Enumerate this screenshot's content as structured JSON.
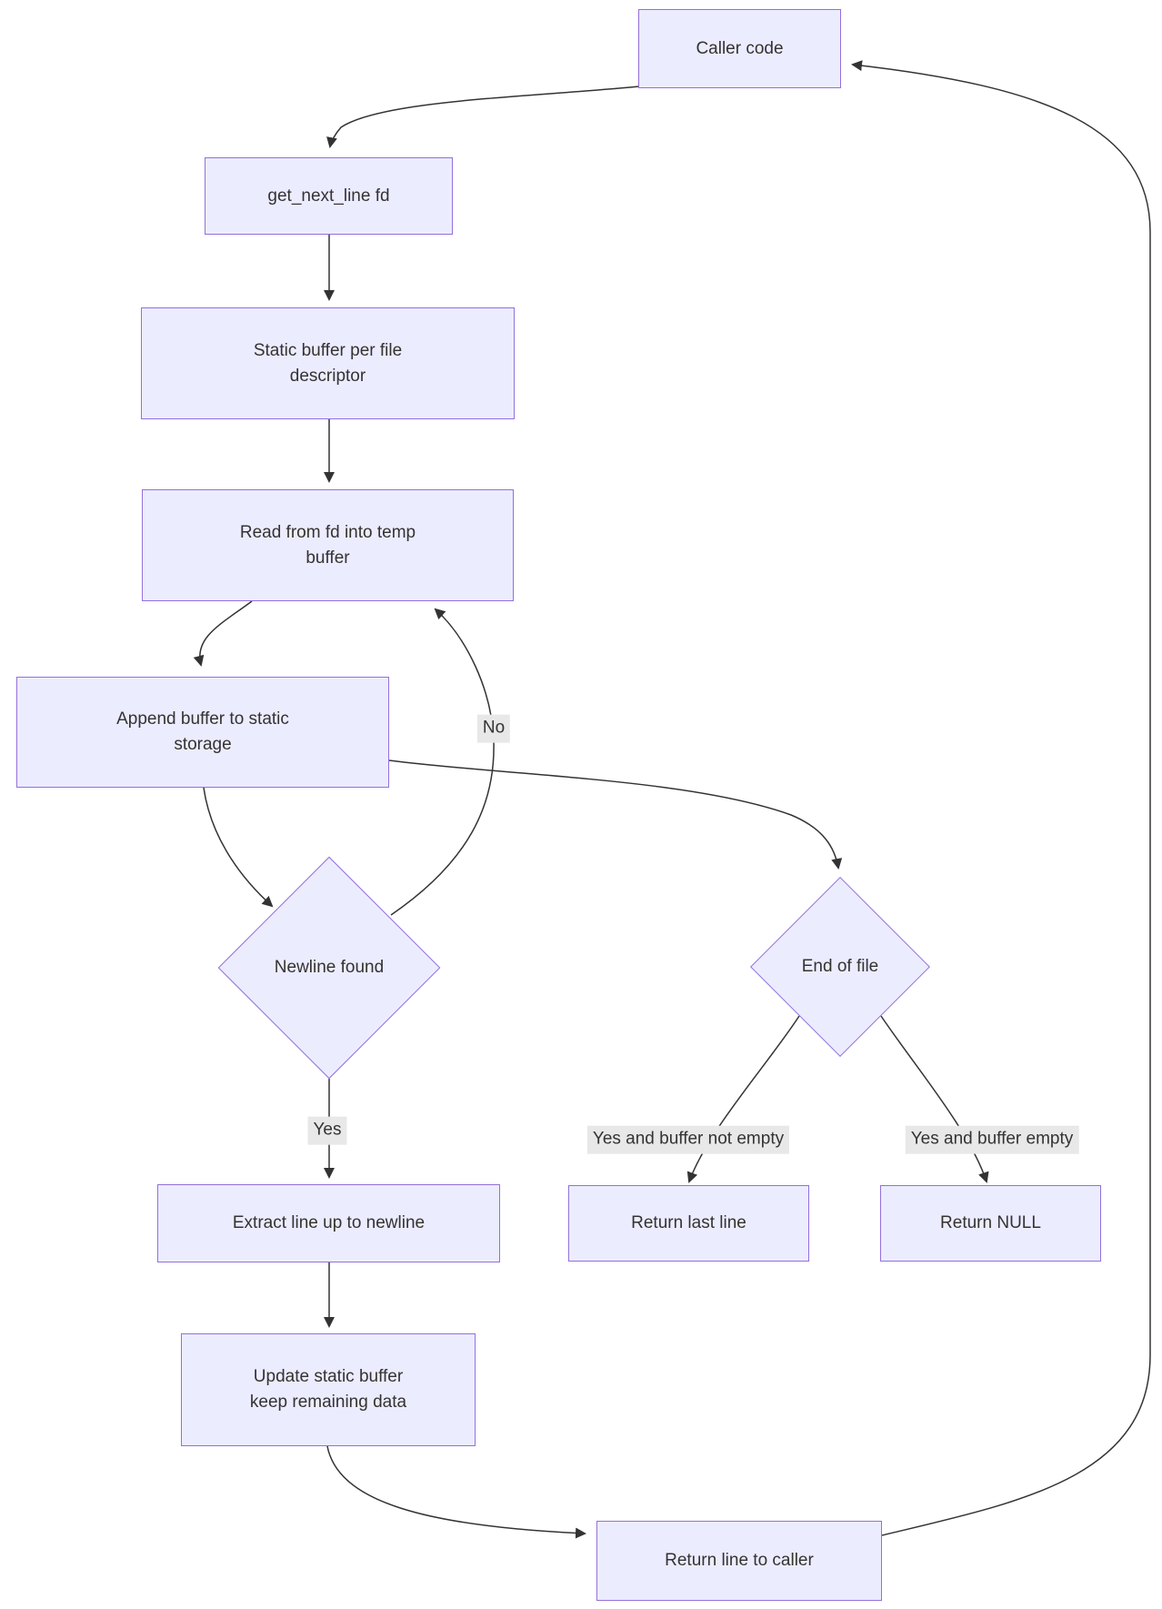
{
  "colors": {
    "background": "#ffffff",
    "node_fill": "#ECECFF",
    "node_border": "#9370DB",
    "edge": "#333333",
    "text": "#333333",
    "edge_label_bg": "#e8e8e8"
  },
  "nodes": {
    "caller": {
      "label": "Caller code"
    },
    "get_next_line": {
      "label": "get_next_line fd"
    },
    "static_buffer": {
      "label": "Static buffer per file\ndescriptor"
    },
    "read_fd": {
      "label": "Read from fd into temp\nbuffer"
    },
    "append_buffer": {
      "label": "Append buffer to static\nstorage"
    },
    "newline_found": {
      "label": "Newline found"
    },
    "end_of_file": {
      "label": "End of file"
    },
    "extract_line": {
      "label": "Extract line up to newline"
    },
    "update_buffer": {
      "label": "Update static buffer\nkeep remaining data"
    },
    "return_last_line": {
      "label": "Return last line"
    },
    "return_null": {
      "label": "Return NULL"
    },
    "return_line_to_caller": {
      "label": "Return line to caller"
    }
  },
  "edge_labels": {
    "no": "No",
    "yes": "Yes",
    "yes_buffer_not_empty": "Yes and buffer not empty",
    "yes_buffer_empty": "Yes and buffer empty"
  }
}
